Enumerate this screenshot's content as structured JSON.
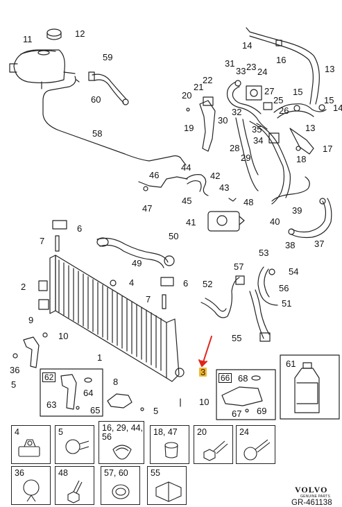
{
  "labels": {
    "l11": "11",
    "l12": "12",
    "l59": "59",
    "l60": "60",
    "l58": "58",
    "l14a": "14",
    "l16": "16",
    "l13a": "13",
    "l31": "31",
    "l33": "33",
    "l23": "23",
    "l24": "24",
    "l22": "22",
    "l20": "20",
    "l21": "21",
    "l27": "27",
    "l15a": "15",
    "l15b": "15",
    "l14b": "14",
    "l25": "25",
    "l26": "26",
    "l19": "19",
    "l32": "32",
    "l30": "30",
    "l35": "35",
    "l13b": "13",
    "l28": "28",
    "l34": "34",
    "l29": "29",
    "l17": "17",
    "l18": "18",
    "l46": "46",
    "l44": "44",
    "l42": "42",
    "l43": "43",
    "l45": "45",
    "l47": "47",
    "l48": "48",
    "l39": "39",
    "l41": "41",
    "l40": "40",
    "l38": "38",
    "l37": "37",
    "l6a": "6",
    "l7a": "7",
    "l50": "50",
    "l49": "49",
    "l53": "53",
    "l57": "57",
    "l54": "54",
    "l52": "52",
    "l56": "56",
    "l51": "51",
    "l2": "2",
    "l4": "4",
    "l6b": "6",
    "l7b": "7",
    "l9": "9",
    "l10a": "10",
    "l55": "55",
    "l36": "36",
    "l1": "1",
    "l3": "3",
    "l5a": "5",
    "l8": "8",
    "l5b": "5",
    "l10b": "10",
    "l62": "62",
    "l64": "64",
    "l63": "63",
    "l65": "65",
    "l66": "66",
    "l68": "68",
    "l67": "67",
    "l69": "69",
    "l61": "61"
  },
  "highlighted_part": "3",
  "legend": [
    {
      "label": "4"
    },
    {
      "label": "5"
    },
    {
      "label": "16, 29, 44,\n56"
    },
    {
      "label": "18, 47"
    },
    {
      "label": "20"
    },
    {
      "label": "24"
    },
    {
      "label": "36"
    },
    {
      "label": "48"
    },
    {
      "label": "57, 60"
    },
    {
      "label": "55"
    }
  ],
  "brand": {
    "name": "VOLVO",
    "sub": "GENUINE PARTS"
  },
  "reference": "GR-461138",
  "colors": {
    "line": "#222222",
    "highlight": "#f5b830",
    "arrow": "#e0251b"
  }
}
